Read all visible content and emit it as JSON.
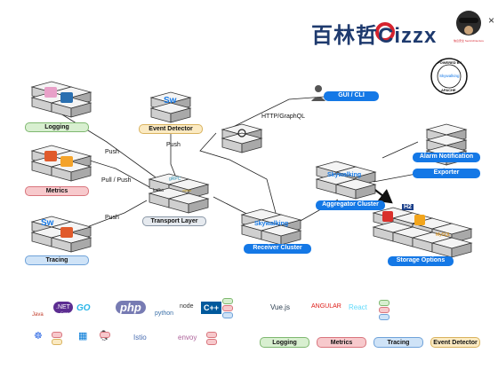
{
  "title": "百林哲Cizzx",
  "badge": {
    "top": "POWERED BY",
    "center": "Skywalking",
    "bottom": "APACHE"
  },
  "avatar_caption": "信息安全 SecArchitecture",
  "nodes": {
    "logging": "Logging",
    "metrics": "Metrics",
    "tracing": "Tracing",
    "event_detector": "Event Detector",
    "transport": "Transport Layer",
    "receiver": "Receiver Cluster",
    "aggregator": "Aggregator Cluster",
    "storage": "Storage Options",
    "alarm": "Alarm Notification",
    "exporter": "Exporter",
    "gui": "GUI / CLI"
  },
  "edges": {
    "push_logging": "Push",
    "pull_push_metrics": "Pull / Push",
    "push_tracing": "Push",
    "push_event": "Push",
    "http_graphql": "HTTP/GraphQL"
  },
  "transport_logos": {
    "grpc": "gRPC",
    "kafka": "kafka",
    "zipkin": "zipkin"
  },
  "skywalking_word": "walking",
  "storage_logos": {
    "h2": "H2",
    "mysql": "MySQL"
  },
  "agents_row1": [
    "Java",
    ".NET",
    "GO",
    "php",
    "python",
    "node",
    "C++"
  ],
  "dotnet_sub": "Core",
  "agents_web": [
    "Vue.js",
    "ANGULAR",
    "React"
  ],
  "agents_row2": [
    "Istio",
    "envoy"
  ],
  "legend": [
    "Logging",
    "Metrics",
    "Tracing",
    "Event Detector"
  ],
  "colors": {
    "logging": "#d8efd0",
    "metrics": "#f7c9cc",
    "tracing": "#cfe3f7",
    "event": "#fbeac2",
    "primary": "#1478e6",
    "arrow": "#111111"
  }
}
